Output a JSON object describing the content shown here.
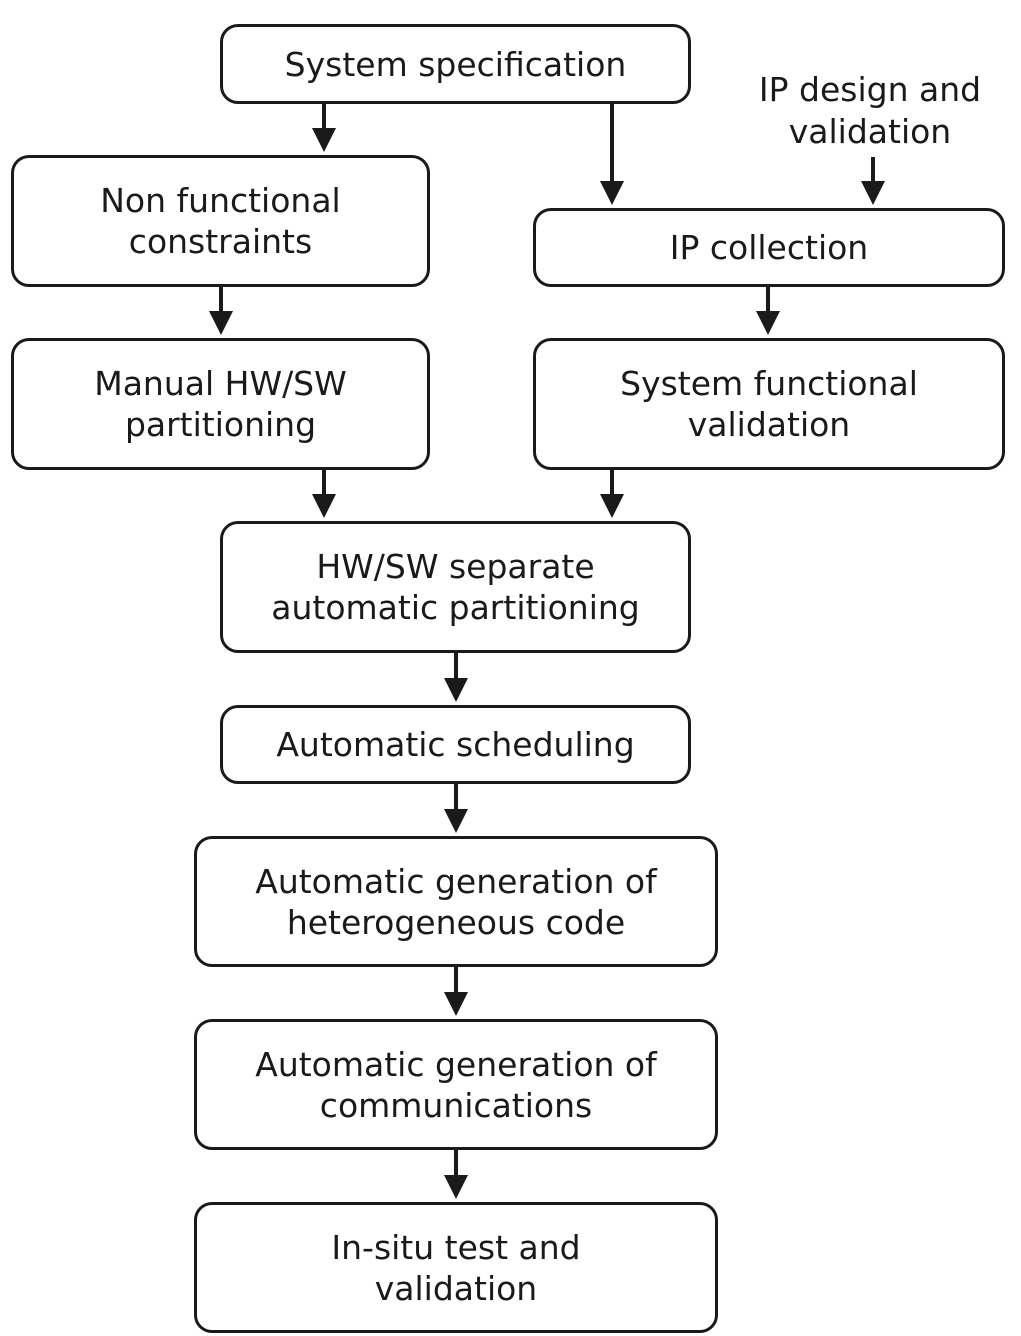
{
  "diagram": {
    "type": "flowchart",
    "nodes": {
      "system_specification": "System specification",
      "non_functional_constraints": "Non functional\nconstraints",
      "ip_design_and_validation": "IP design and\nvalidation",
      "ip_collection": "IP collection",
      "manual_hw_sw_partitioning": "Manual HW/SW\npartitioning",
      "system_functional_validation": "System functional\nvalidation",
      "hw_sw_separate_automatic_partitioning": "HW/SW separate\nautomatic partitioning",
      "automatic_scheduling": "Automatic scheduling",
      "automatic_generation_heterogeneous_code": "Automatic generation of\nheterogeneous code",
      "automatic_generation_communications": "Automatic generation of\ncommunications",
      "in_situ_test_and_validation": "In-situ test and\nvalidation"
    },
    "edges": [
      {
        "from": "System specification",
        "to": "Non functional constraints"
      },
      {
        "from": "System specification",
        "to": "IP collection"
      },
      {
        "from": "IP design and validation",
        "to": "IP collection"
      },
      {
        "from": "Non functional constraints",
        "to": "Manual HW/SW partitioning"
      },
      {
        "from": "IP collection",
        "to": "System functional validation"
      },
      {
        "from": "Manual HW/SW partitioning",
        "to": "HW/SW separate automatic partitioning"
      },
      {
        "from": "System functional validation",
        "to": "HW/SW separate automatic partitioning"
      },
      {
        "from": "HW/SW separate automatic partitioning",
        "to": "Automatic scheduling"
      },
      {
        "from": "Automatic scheduling",
        "to": "Automatic generation of heterogeneous code"
      },
      {
        "from": "Automatic generation of heterogeneous code",
        "to": "Automatic generation of communications"
      },
      {
        "from": "Automatic generation of communications",
        "to": "In-situ test and validation"
      }
    ]
  }
}
